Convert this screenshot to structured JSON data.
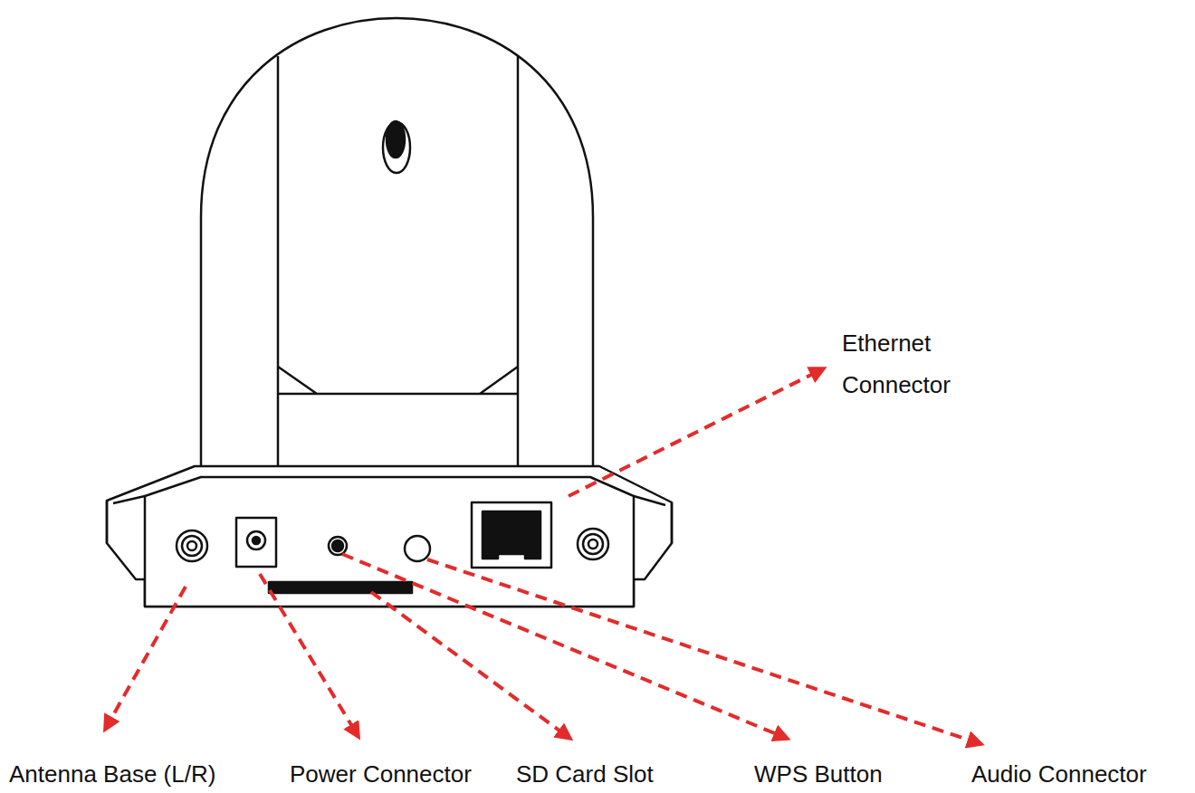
{
  "diagram": {
    "labels": [
      "Ethernet Connector",
      "Antenna Base (L/R)",
      "Power Connector",
      "SD Card Slot",
      "WPS Button",
      "Audio Connector"
    ]
  }
}
